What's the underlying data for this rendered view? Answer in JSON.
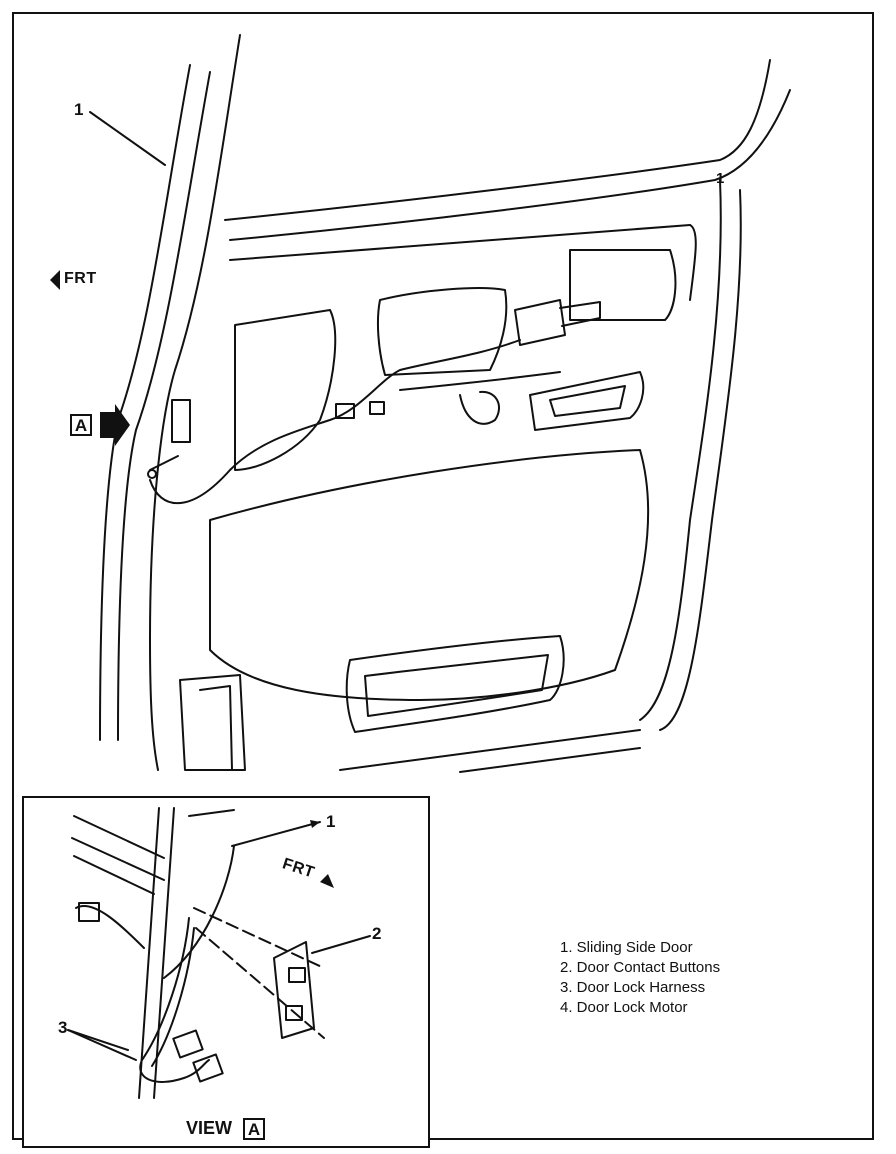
{
  "callouts": {
    "main_1": "1",
    "inset_1": "1",
    "inset_2": "2",
    "inset_3": "3",
    "track_1": "1"
  },
  "front_label": "FRT",
  "view_ref": "A",
  "view": {
    "word": "VIEW",
    "letter": "A"
  },
  "legend": [
    "1. Sliding Side Door",
    "2. Door Contact Buttons",
    "3. Door Lock Harness",
    "4. Door Lock Motor"
  ]
}
